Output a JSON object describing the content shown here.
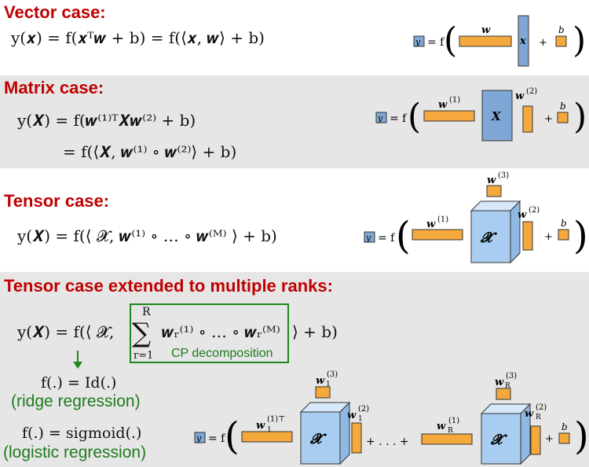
{
  "vector": {
    "heading": "Vector case:",
    "eq": "y(𝒙) = f(𝒙ᵀ𝒘 + b) = f(⟨𝒙, 𝒘⟩ + b)",
    "d_w": "w",
    "d_x": "x",
    "d_b": "b"
  },
  "matrix": {
    "heading": "Matrix case:",
    "eq1": "y(𝑿) = f(𝒘⁽¹⁾ᵀ𝑿𝒘⁽²⁾ + b)",
    "eq2": "= f(⟨𝑿, 𝒘⁽¹⁾ ∘ 𝒘⁽²⁾⟩ + b)",
    "d_w1": "w",
    "d_w1_sup": "(1)",
    "d_X": "X",
    "d_w2": "w",
    "d_w2_sup": "(2)",
    "d_b": "b"
  },
  "tensor": {
    "heading": "Tensor case:",
    "eq": "y(𝑿) = f(⟨ 𝓧, 𝒘⁽¹⁾ ∘ … ∘ 𝒘⁽ᴹ⁾ ⟩ + b)",
    "d_w1": "w",
    "d_w1_sup": "(1)",
    "d_w3": "w",
    "d_w3_sup": "(3)",
    "d_w2": "w",
    "d_w2_sup": "(2)",
    "d_X": "𝓧",
    "d_b": "b"
  },
  "ranks": {
    "heading": "Tensor case extended to multiple ranks:",
    "eq_left": "y(𝑿) = f(⟨ 𝓧,",
    "sum_top": "R",
    "sum_bottom": "r=1",
    "sum_term": "𝒘ᵣ⁽¹⁾ ∘ … ∘ 𝒘ᵣ⁽ᴹ⁾",
    "eq_right": "⟩ + b)",
    "cp_label": "CP decomposition",
    "f_id": "f(.) = Id(.)",
    "ridge": "(ridge regression)",
    "f_sig": "f(.) = sigmoid(.)",
    "logistic": "(logistic regression)",
    "d_w1_sup_top": "(1)⊤",
    "d_w1_sub": "1",
    "d_wR1_sup": "(1)",
    "d_wR_sub": "R",
    "d_w13_sup": "(3)",
    "d_w12_sup": "(2)",
    "d_wR3_sup": "(3)",
    "d_wR2_sup": "(2)",
    "d_X": "𝓧",
    "d_plus_dots": "+ . . . +",
    "d_b": "b"
  },
  "common": {
    "y": "y",
    "eq_f": "= f",
    "plus": "+"
  },
  "colors": {
    "heading": "#c00000",
    "bar": "#f5a93c",
    "vector_blue": "#7fa7d6",
    "cube": "#a9cdf0",
    "cp_green": "#1e8a1e"
  }
}
